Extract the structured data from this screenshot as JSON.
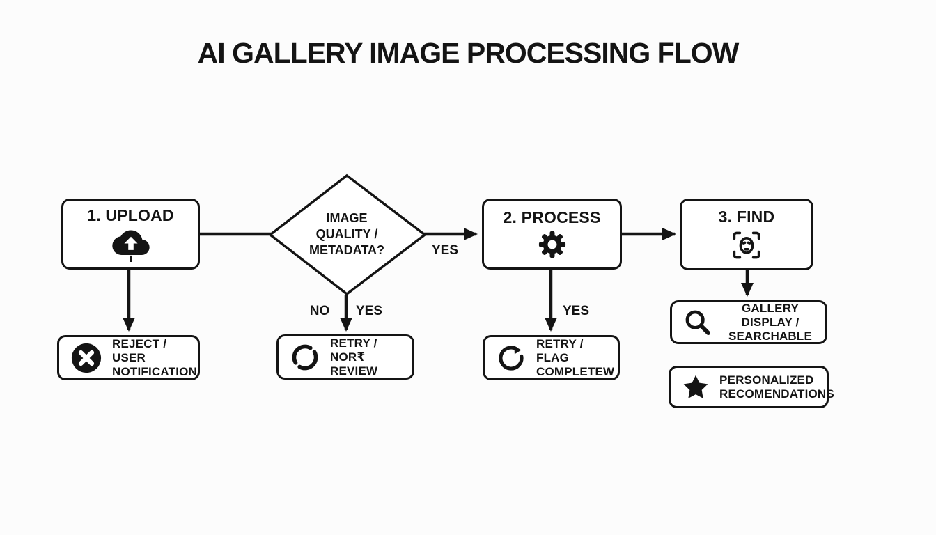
{
  "title": "AI GALLERY IMAGE PROCESSING FLOW",
  "colors": {
    "background": "#fcfcfc",
    "node_fill": "#ffffff",
    "stroke": "#141414",
    "text": "#141414"
  },
  "nodes": {
    "upload": {
      "label": "1. UPLOAD",
      "icon": "cloud-upload-icon"
    },
    "decision": {
      "line1": "IMAGE",
      "line2": "QUALITY /",
      "line3": "METADATA?"
    },
    "process": {
      "label": "2. PROCESS",
      "icon": "gear-icon"
    },
    "find": {
      "label": "3. FIND",
      "icon": "face-scan-icon"
    },
    "reject": {
      "line1": "REJECT / USER",
      "line2": "NOTIFICATION",
      "icon": "circle-x-icon"
    },
    "retry_review": {
      "line1": "RETRY /",
      "line2": "NOR₹ REVIEW",
      "icon": "refresh-icon"
    },
    "retry_flag": {
      "line1": "RETRY / FLAG",
      "line2": "COMPLETEW",
      "icon": "refresh-arrow-icon"
    },
    "gallery": {
      "line1": "GALLERY DISPLAY /",
      "line2": "SEARCHABLE",
      "icon": "search-icon"
    },
    "recommendations": {
      "line1": "PERSONALIZED",
      "line2": "RECOMENDATIONS",
      "icon": "star-icon"
    }
  },
  "edge_labels": {
    "decision_to_process": "YES",
    "decision_down_left": "NO",
    "decision_down_right": "YES",
    "process_down": "YES"
  }
}
